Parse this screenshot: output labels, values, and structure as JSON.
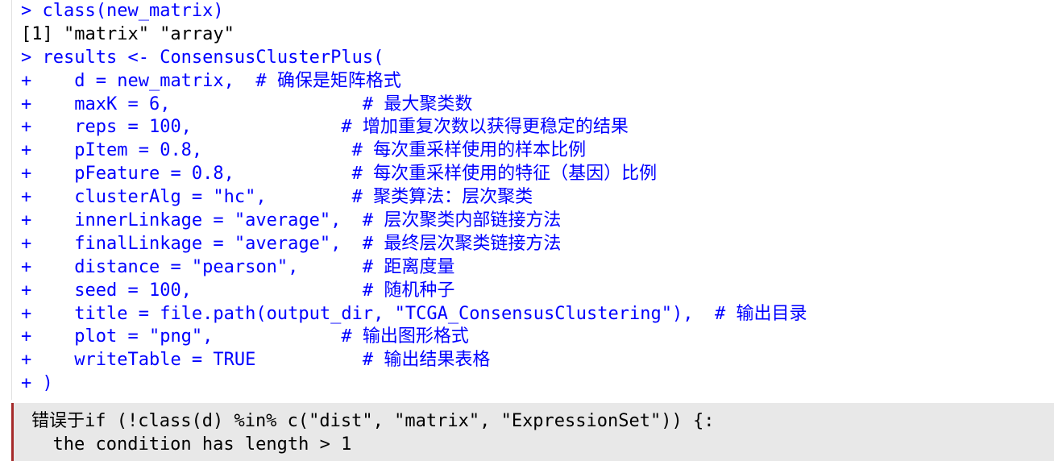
{
  "colors": {
    "input": "#0000ff",
    "output": "#000000",
    "error_bg": "#e8e8e8",
    "error_border": "#a52a2a"
  },
  "console": {
    "lines": [
      {
        "prefix": "> ",
        "code": "class(new_matrix)",
        "comment": ""
      },
      {
        "prefix": "",
        "code": "[1] \"matrix\" \"array\"",
        "comment": "",
        "output": true
      },
      {
        "prefix": "> ",
        "code": "results <- ConsensusClusterPlus(",
        "comment": ""
      },
      {
        "prefix": "+    ",
        "code": "d = new_matrix,  ",
        "comment": "# 确保是矩阵格式"
      },
      {
        "prefix": "+    ",
        "code": "maxK = 6,                  ",
        "comment": "# 最大聚类数"
      },
      {
        "prefix": "+    ",
        "code": "reps = 100,              ",
        "comment": "# 增加重复次数以获得更稳定的结果"
      },
      {
        "prefix": "+    ",
        "code": "pItem = 0.8,              ",
        "comment": "# 每次重采样使用的样本比例"
      },
      {
        "prefix": "+    ",
        "code": "pFeature = 0.8,           ",
        "comment": "# 每次重采样使用的特征（基因）比例"
      },
      {
        "prefix": "+    ",
        "code": "clusterAlg = \"hc\",        ",
        "comment": "# 聚类算法：层次聚类"
      },
      {
        "prefix": "+    ",
        "code": "innerLinkage = \"average\",  ",
        "comment": "# 层次聚类内部链接方法"
      },
      {
        "prefix": "+    ",
        "code": "finalLinkage = \"average\",  ",
        "comment": "# 最终层次聚类链接方法"
      },
      {
        "prefix": "+    ",
        "code": "distance = \"pearson\",      ",
        "comment": "# 距离度量"
      },
      {
        "prefix": "+    ",
        "code": "seed = 100,                ",
        "comment": "# 随机种子"
      },
      {
        "prefix": "+    ",
        "code": "title = file.path(output_dir, \"TCGA_ConsensusClustering\"),  ",
        "comment": "# 输出目录"
      },
      {
        "prefix": "+    ",
        "code": "plot = \"png\",            ",
        "comment": "# 输出图形格式"
      },
      {
        "prefix": "+    ",
        "code": "writeTable = TRUE          ",
        "comment": "# 输出结果表格"
      },
      {
        "prefix": "+ ",
        "code": ")",
        "comment": ""
      }
    ],
    "error": {
      "prefix": "错误于",
      "line1": "if (!class(d) %in% c(\"dist\", \"matrix\", \"ExpressionSet\")) {:",
      "line2": "  the condition has length > 1"
    }
  }
}
